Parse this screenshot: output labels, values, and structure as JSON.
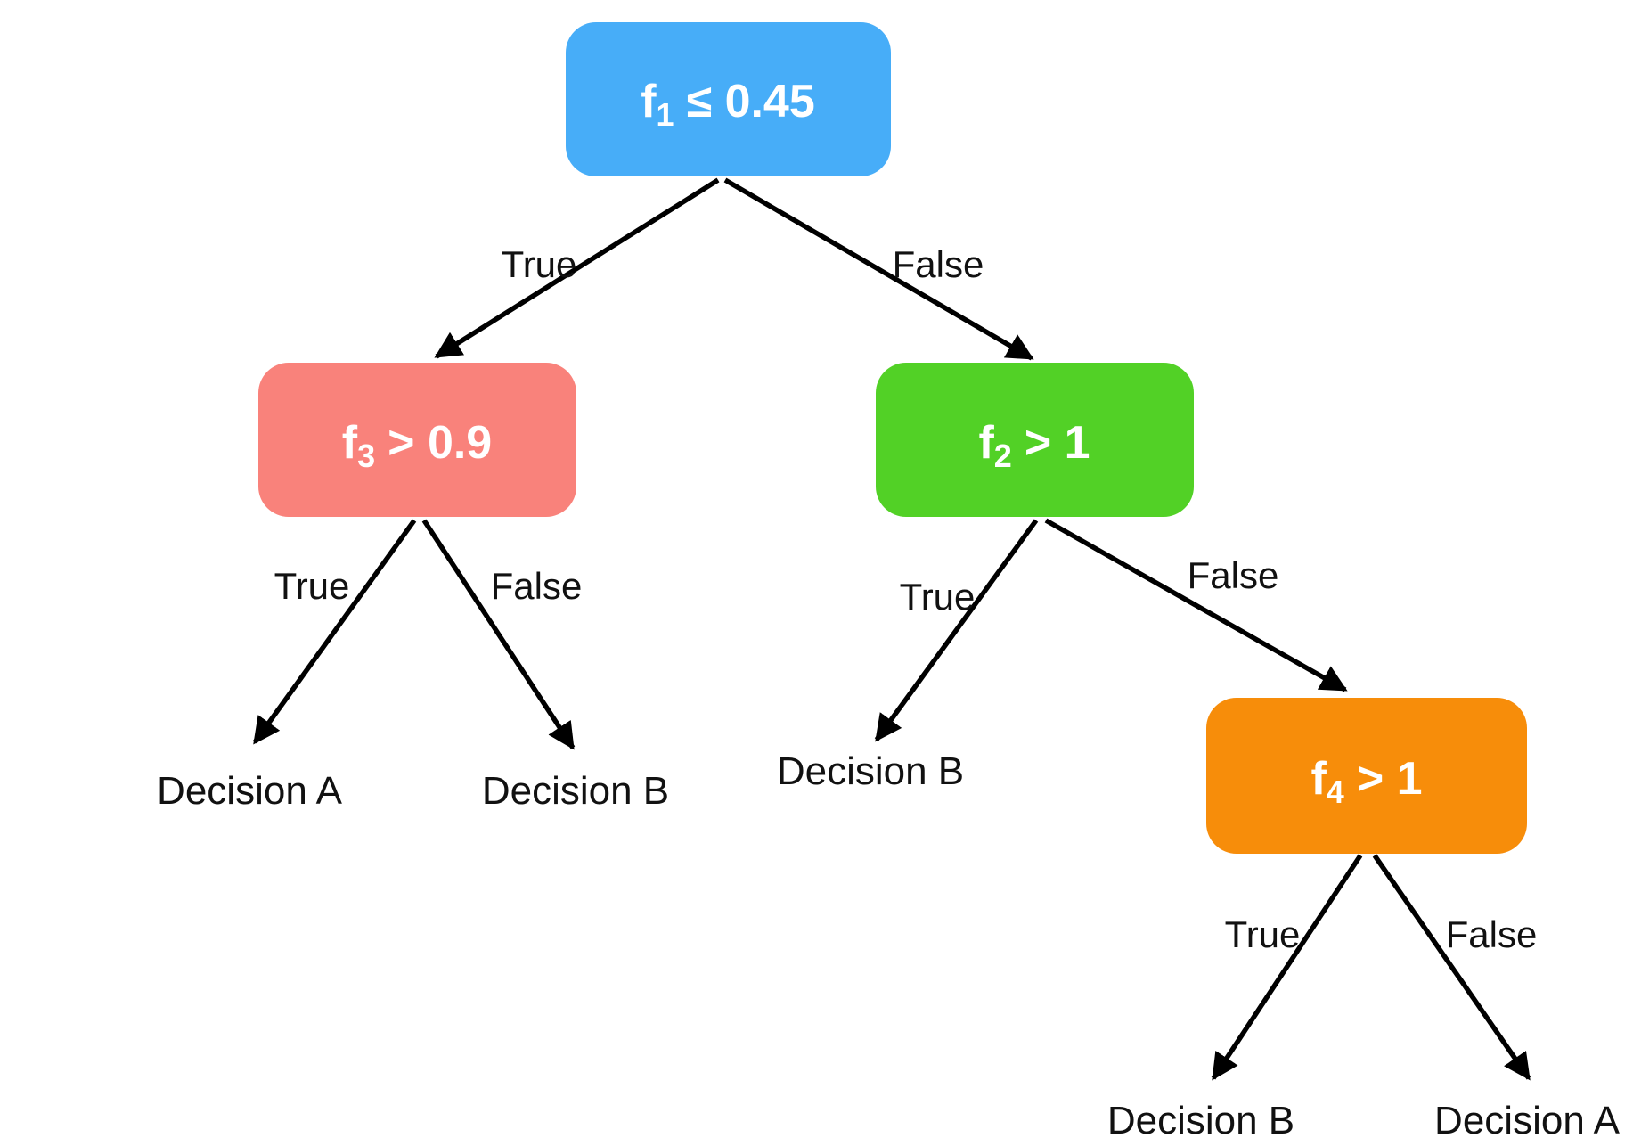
{
  "diagram": {
    "type": "decision-tree",
    "background": "#FFFFFF",
    "edge_color": "#000000",
    "nodes": [
      {
        "id": "f1",
        "var": "f",
        "sub": "1",
        "cond": "≤ 0.45",
        "fill": "#47ADF8",
        "text_color": "#FFFFFF"
      },
      {
        "id": "f3",
        "var": "f",
        "sub": "3",
        "cond": "> 0.9",
        "fill": "#F9827B",
        "text_color": "#FFFFFF"
      },
      {
        "id": "f2",
        "var": "f",
        "sub": "2",
        "cond": "> 1",
        "fill": "#52D126",
        "text_color": "#FFFFFF"
      },
      {
        "id": "f4",
        "var": "f",
        "sub": "4",
        "cond": "> 1",
        "fill": "#F78D0A",
        "text_color": "#FFFFFF"
      }
    ],
    "edges": [
      {
        "from": "f1",
        "to": "f3",
        "label": "True"
      },
      {
        "from": "f1",
        "to": "f2",
        "label": "False"
      },
      {
        "from": "f3",
        "to": "leaf-decision-a-left",
        "label": "True"
      },
      {
        "from": "f3",
        "to": "leaf-decision-b-left",
        "label": "False"
      },
      {
        "from": "f2",
        "to": "leaf-decision-b-mid",
        "label": "True"
      },
      {
        "from": "f2",
        "to": "f4",
        "label": "False"
      },
      {
        "from": "f4",
        "to": "leaf-decision-b-bottom",
        "label": "True"
      },
      {
        "from": "f4",
        "to": "leaf-decision-a-bottom",
        "label": "False"
      }
    ],
    "leaves": [
      {
        "id": "leaf-decision-a-left",
        "label": "Decision A"
      },
      {
        "id": "leaf-decision-b-left",
        "label": "Decision B"
      },
      {
        "id": "leaf-decision-b-mid",
        "label": "Decision B"
      },
      {
        "id": "leaf-decision-b-bottom",
        "label": "Decision B"
      },
      {
        "id": "leaf-decision-a-bottom",
        "label": "Decision A"
      }
    ]
  }
}
